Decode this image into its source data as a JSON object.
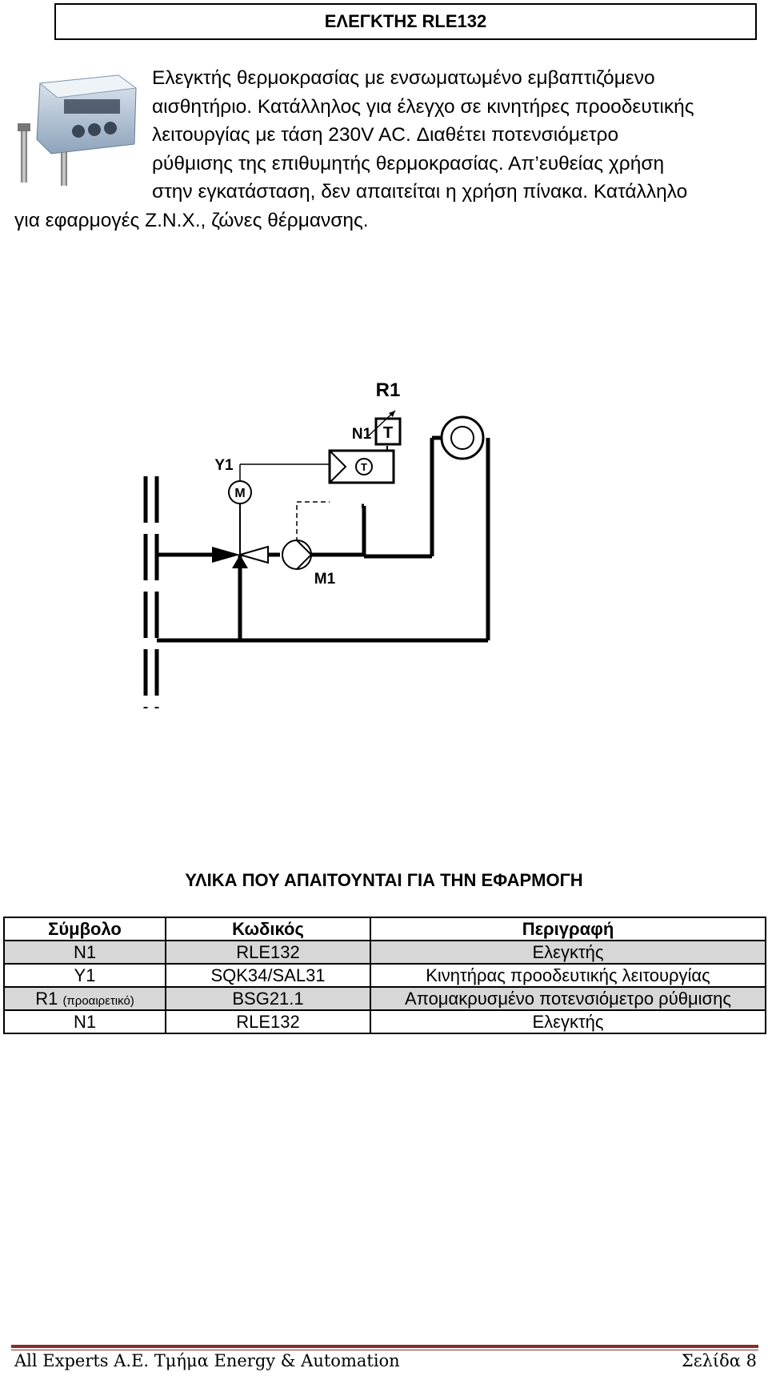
{
  "header": {
    "title": "ΕΛΕΓΚΤΗΣ RLE132"
  },
  "description": {
    "lines": [
      "Ελεγκτής θερμοκρασίας με ενσωματωμένο εμβαπτιζόμενο",
      "αισθητήριο. Κατάλληλος για έλεγχο σε κινητήρες προοδευτικής",
      "λειτουργίας με τάση 230V AC. Διαθέτει ποτενσιόμετρο",
      "ρύθμισης της επιθυμητής θερμοκρασίας. Απ’ευθείας χρήση",
      "στην εγκατάσταση, δεν απαιτείται η χρήση πίνακα. Κατάλληλο",
      "για εφαρμογές Ζ.Ν.Χ., ζώνες θέρμανσης."
    ]
  },
  "diagram": {
    "labels": {
      "r1": "R1",
      "t_sensor": "T",
      "n1": "N1",
      "t_controller": "T",
      "y1": "Y1",
      "m_actuator": "M",
      "m1": "M1"
    }
  },
  "materials": {
    "heading": "ΥΛΙΚΑ ΠΟΥ ΑΠΑΙΤΟΥΝΤΑΙ ΓΙΑ ΤΗΝ ΕΦΑΡΜΟΓΗ",
    "columns": [
      "Σύμβολο",
      "Κωδικός",
      "Περιγραφή"
    ],
    "rows": [
      {
        "symbol": "N1",
        "symbol_note": "",
        "code": "RLE132",
        "description": "Ελεγκτής"
      },
      {
        "symbol": "Y1",
        "symbol_note": "",
        "code": "SQK34/SAL31",
        "description": "Κινητήρας προοδευτικής λειτουργίας"
      },
      {
        "symbol": "R1",
        "symbol_note": "(προαιρετικό)",
        "code": "BSG21.1",
        "description": "Απομακρυσμένο ποτενσιόμετρο ρύθμισης"
      },
      {
        "symbol": "N1",
        "symbol_note": "",
        "code": "RLE132",
        "description": "Ελεγκτής"
      }
    ]
  },
  "footer": {
    "left": "All Experts A.E. Τμήμα Energy & Automation",
    "right": "Σελίδα 8",
    "rule_color": "#8a2b2b"
  }
}
